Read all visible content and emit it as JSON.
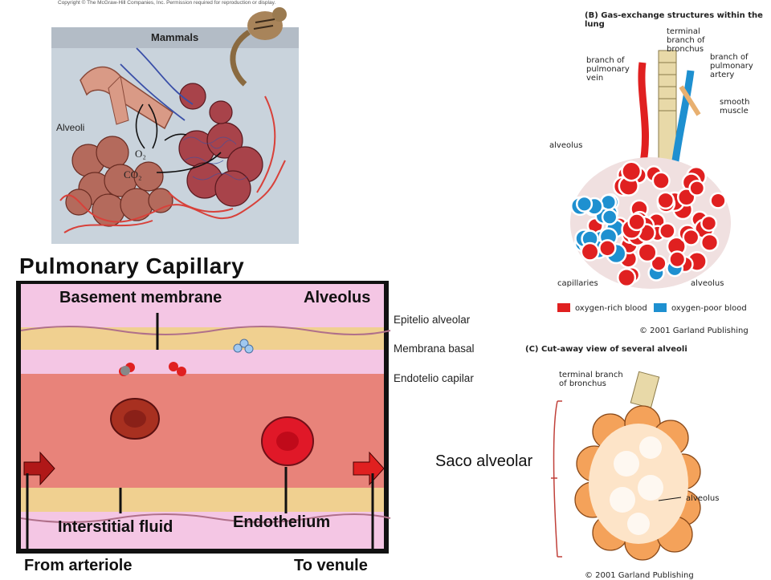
{
  "panel_mammals": {
    "copyright": "Copyright © The McGraw-Hill Companies, Inc. Permission required for reproduction or display.",
    "title": "Mammals",
    "alveoli_label": "Alveoli",
    "o2_label": "O₂",
    "co2_label": "CO₂"
  },
  "panel_gas_exchange": {
    "title": "(B) Gas-exchange structures within the lung",
    "terminal_branch": "terminal branch of bronchus",
    "pulmonary_vein": "branch of pulmonary vein",
    "pulmonary_artery": "branch of pulmonary artery",
    "smooth_muscle": "smooth muscle",
    "alveolus": "alveolus",
    "capillaries": "capillaries",
    "alveolus_bottom": "alveolus",
    "legend_rich": "oxygen-rich blood",
    "legend_poor": "oxygen-poor blood",
    "copyright": "© 2001 Garland Publishing",
    "colors": {
      "rich": "#e02020",
      "poor": "#1e90d0"
    }
  },
  "panel_capillary": {
    "title": "Pulmonary Capillary",
    "basement_membrane": "Basement membrane",
    "alveolus": "Alveolus",
    "interstitial_fluid": "Interstitial fluid",
    "endothelium": "Endothelium",
    "from_arteriole": "From arteriole",
    "to_venule": "To venule"
  },
  "spanish_labels": {
    "epitelio": "Epitelio alveolar",
    "membrana": "Membrana basal",
    "endotelio": "Endotelio capilar",
    "saco": "Saco alveolar"
  },
  "panel_cutaway": {
    "caption": "(C) Cut-away view of several alveoli",
    "terminal_branch": "terminal branch of bronchus",
    "alveolus": "alveolus",
    "copyright": "© 2001 Garland Publishing"
  }
}
